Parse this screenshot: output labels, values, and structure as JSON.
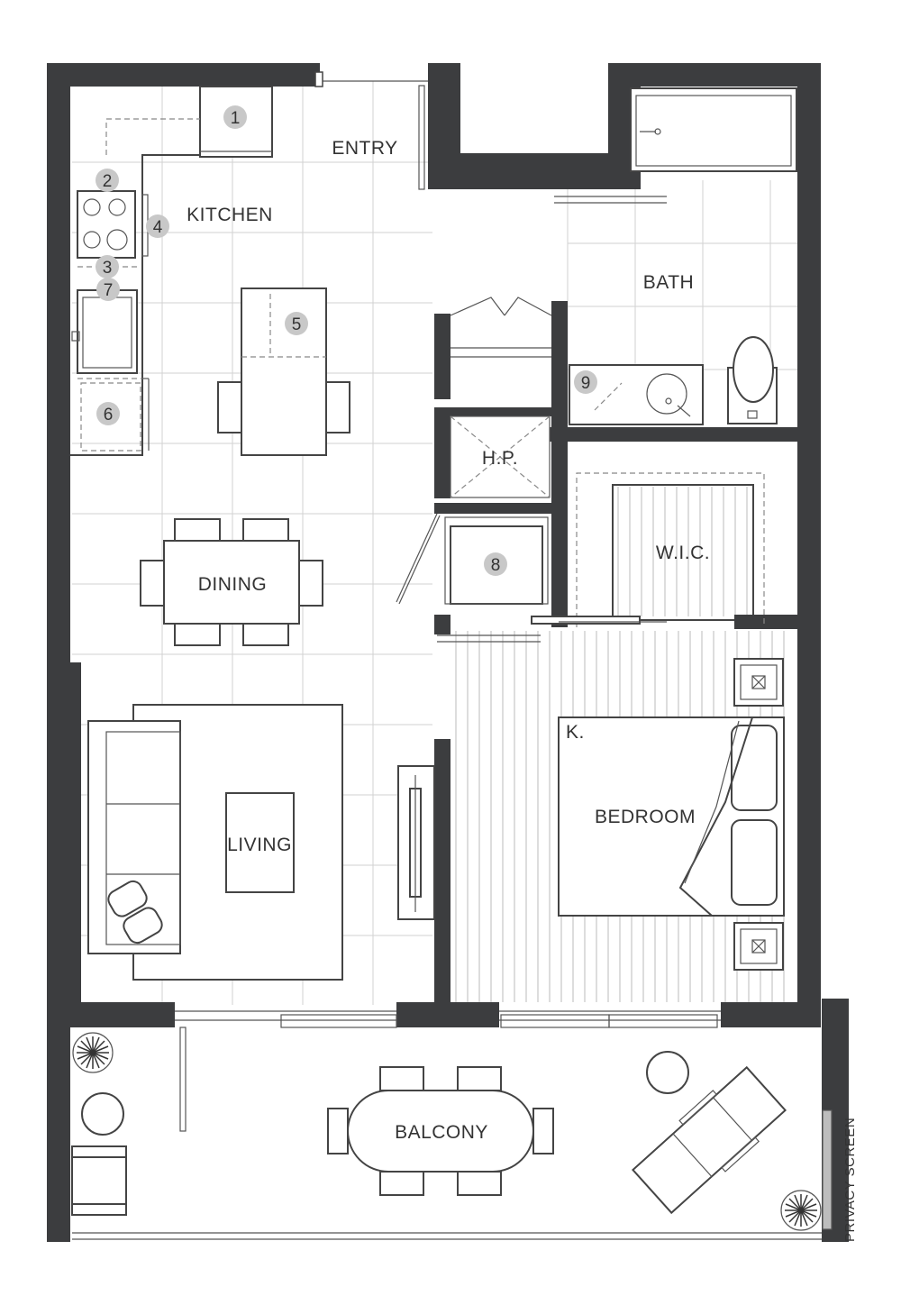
{
  "rooms": {
    "entry": "ENTRY",
    "kitchen": "KITCHEN",
    "bath": "BATH",
    "hp": "H.P.",
    "wic": "W.I.C.",
    "dining": "DINING",
    "living": "LIVING",
    "bedroom": "BEDROOM",
    "bed_size": "K.",
    "balcony": "BALCONY"
  },
  "annotations": {
    "privacy_screen": "PRIVACY SCREEN"
  },
  "markers": [
    "1",
    "2",
    "3",
    "4",
    "5",
    "6",
    "7",
    "8",
    "9"
  ],
  "colors": {
    "wall": "#3c3d3f",
    "floor_grid": "#d2d2d2",
    "marker": "#c8c8c8"
  }
}
